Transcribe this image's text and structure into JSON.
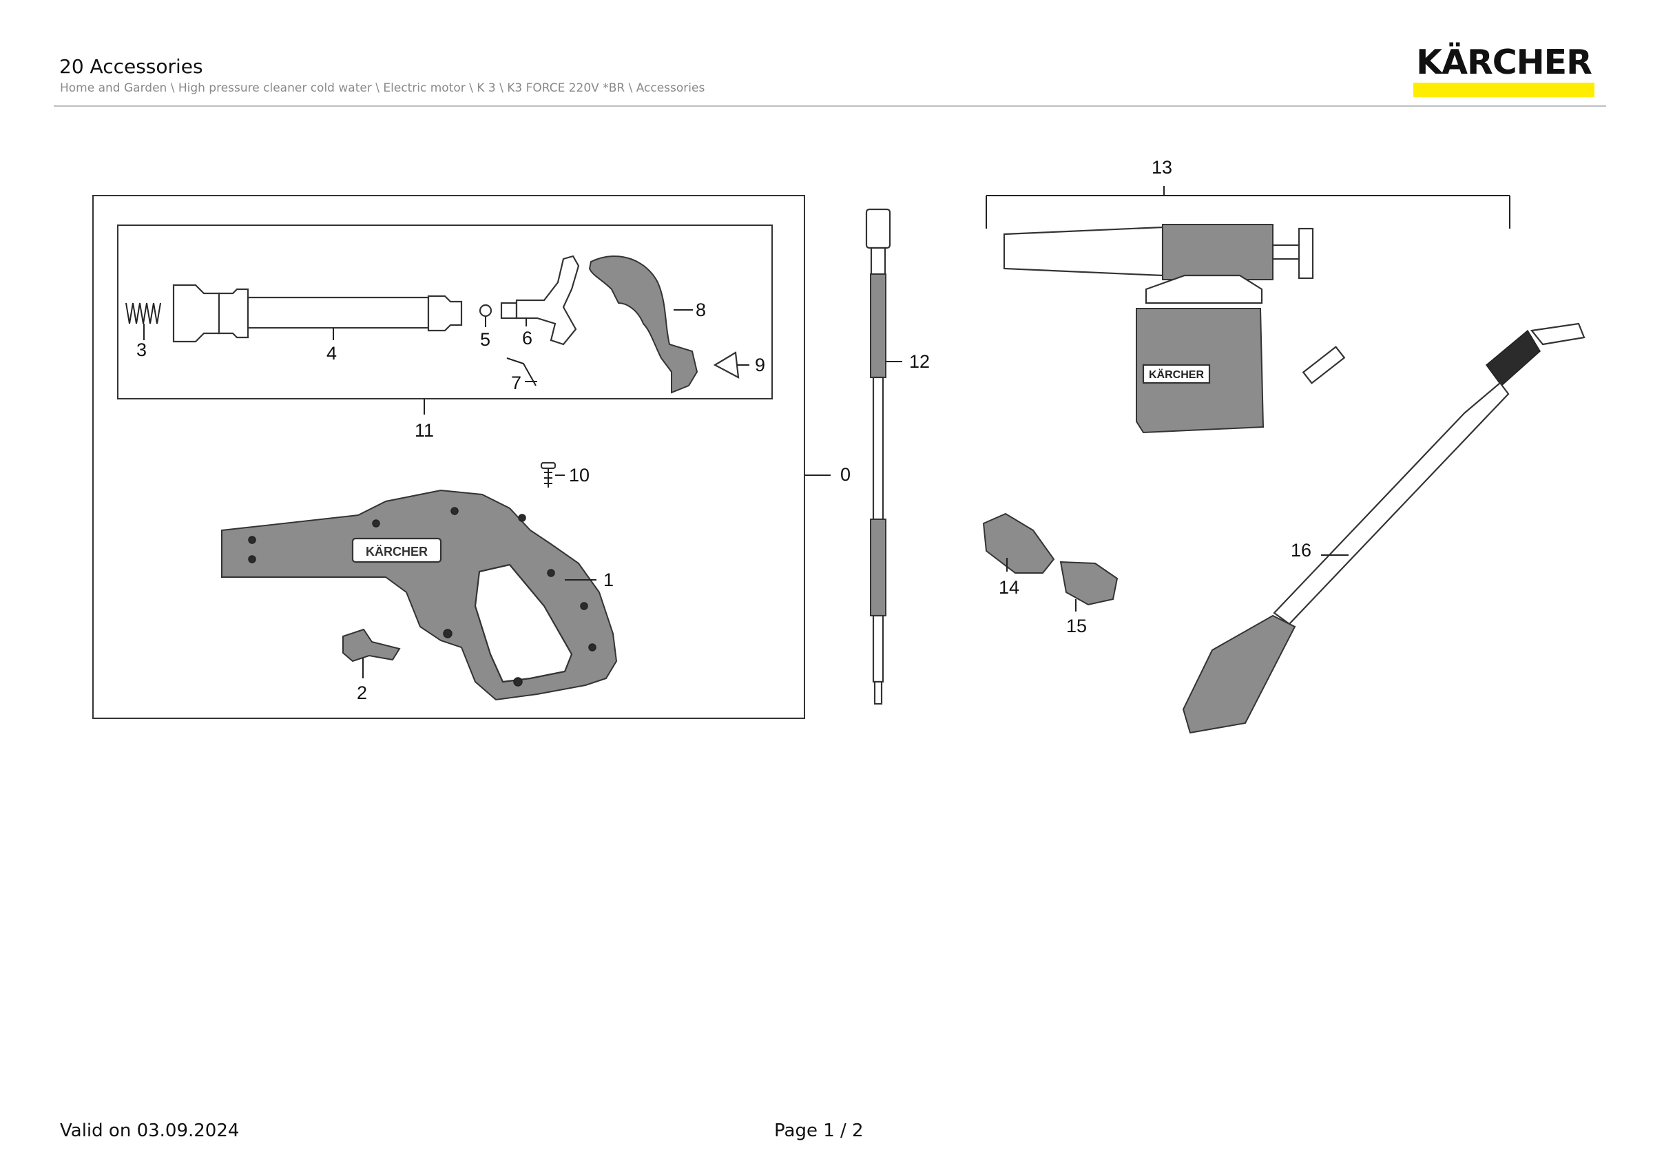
{
  "header": {
    "title": "20 Accessories",
    "breadcrumb": "Home and Garden \\ High pressure cleaner cold water \\ Electric motor \\ K 3 \\ K3 FORCE 220V *BR \\ Accessories",
    "logo": "KÄRCHER",
    "brand_color": "#ffed00"
  },
  "diagram": {
    "part_labels": [
      "0",
      "1",
      "2",
      "3",
      "4",
      "5",
      "6",
      "7",
      "8",
      "9",
      "10",
      "11",
      "12",
      "13",
      "14",
      "15",
      "16"
    ],
    "callouts": [
      {
        "id": "0"
      },
      {
        "id": "1"
      },
      {
        "id": "2"
      },
      {
        "id": "3"
      },
      {
        "id": "4"
      },
      {
        "id": "5"
      },
      {
        "id": "6"
      },
      {
        "id": "7"
      },
      {
        "id": "8"
      },
      {
        "id": "9"
      },
      {
        "id": "10"
      },
      {
        "id": "11"
      },
      {
        "id": "12"
      },
      {
        "id": "13"
      },
      {
        "id": "14"
      },
      {
        "id": "15"
      },
      {
        "id": "16"
      }
    ],
    "part_branding": "KÄRCHER"
  },
  "footer": {
    "valid": "Valid on 03.09.2024",
    "page": "Page 1 / 2"
  }
}
